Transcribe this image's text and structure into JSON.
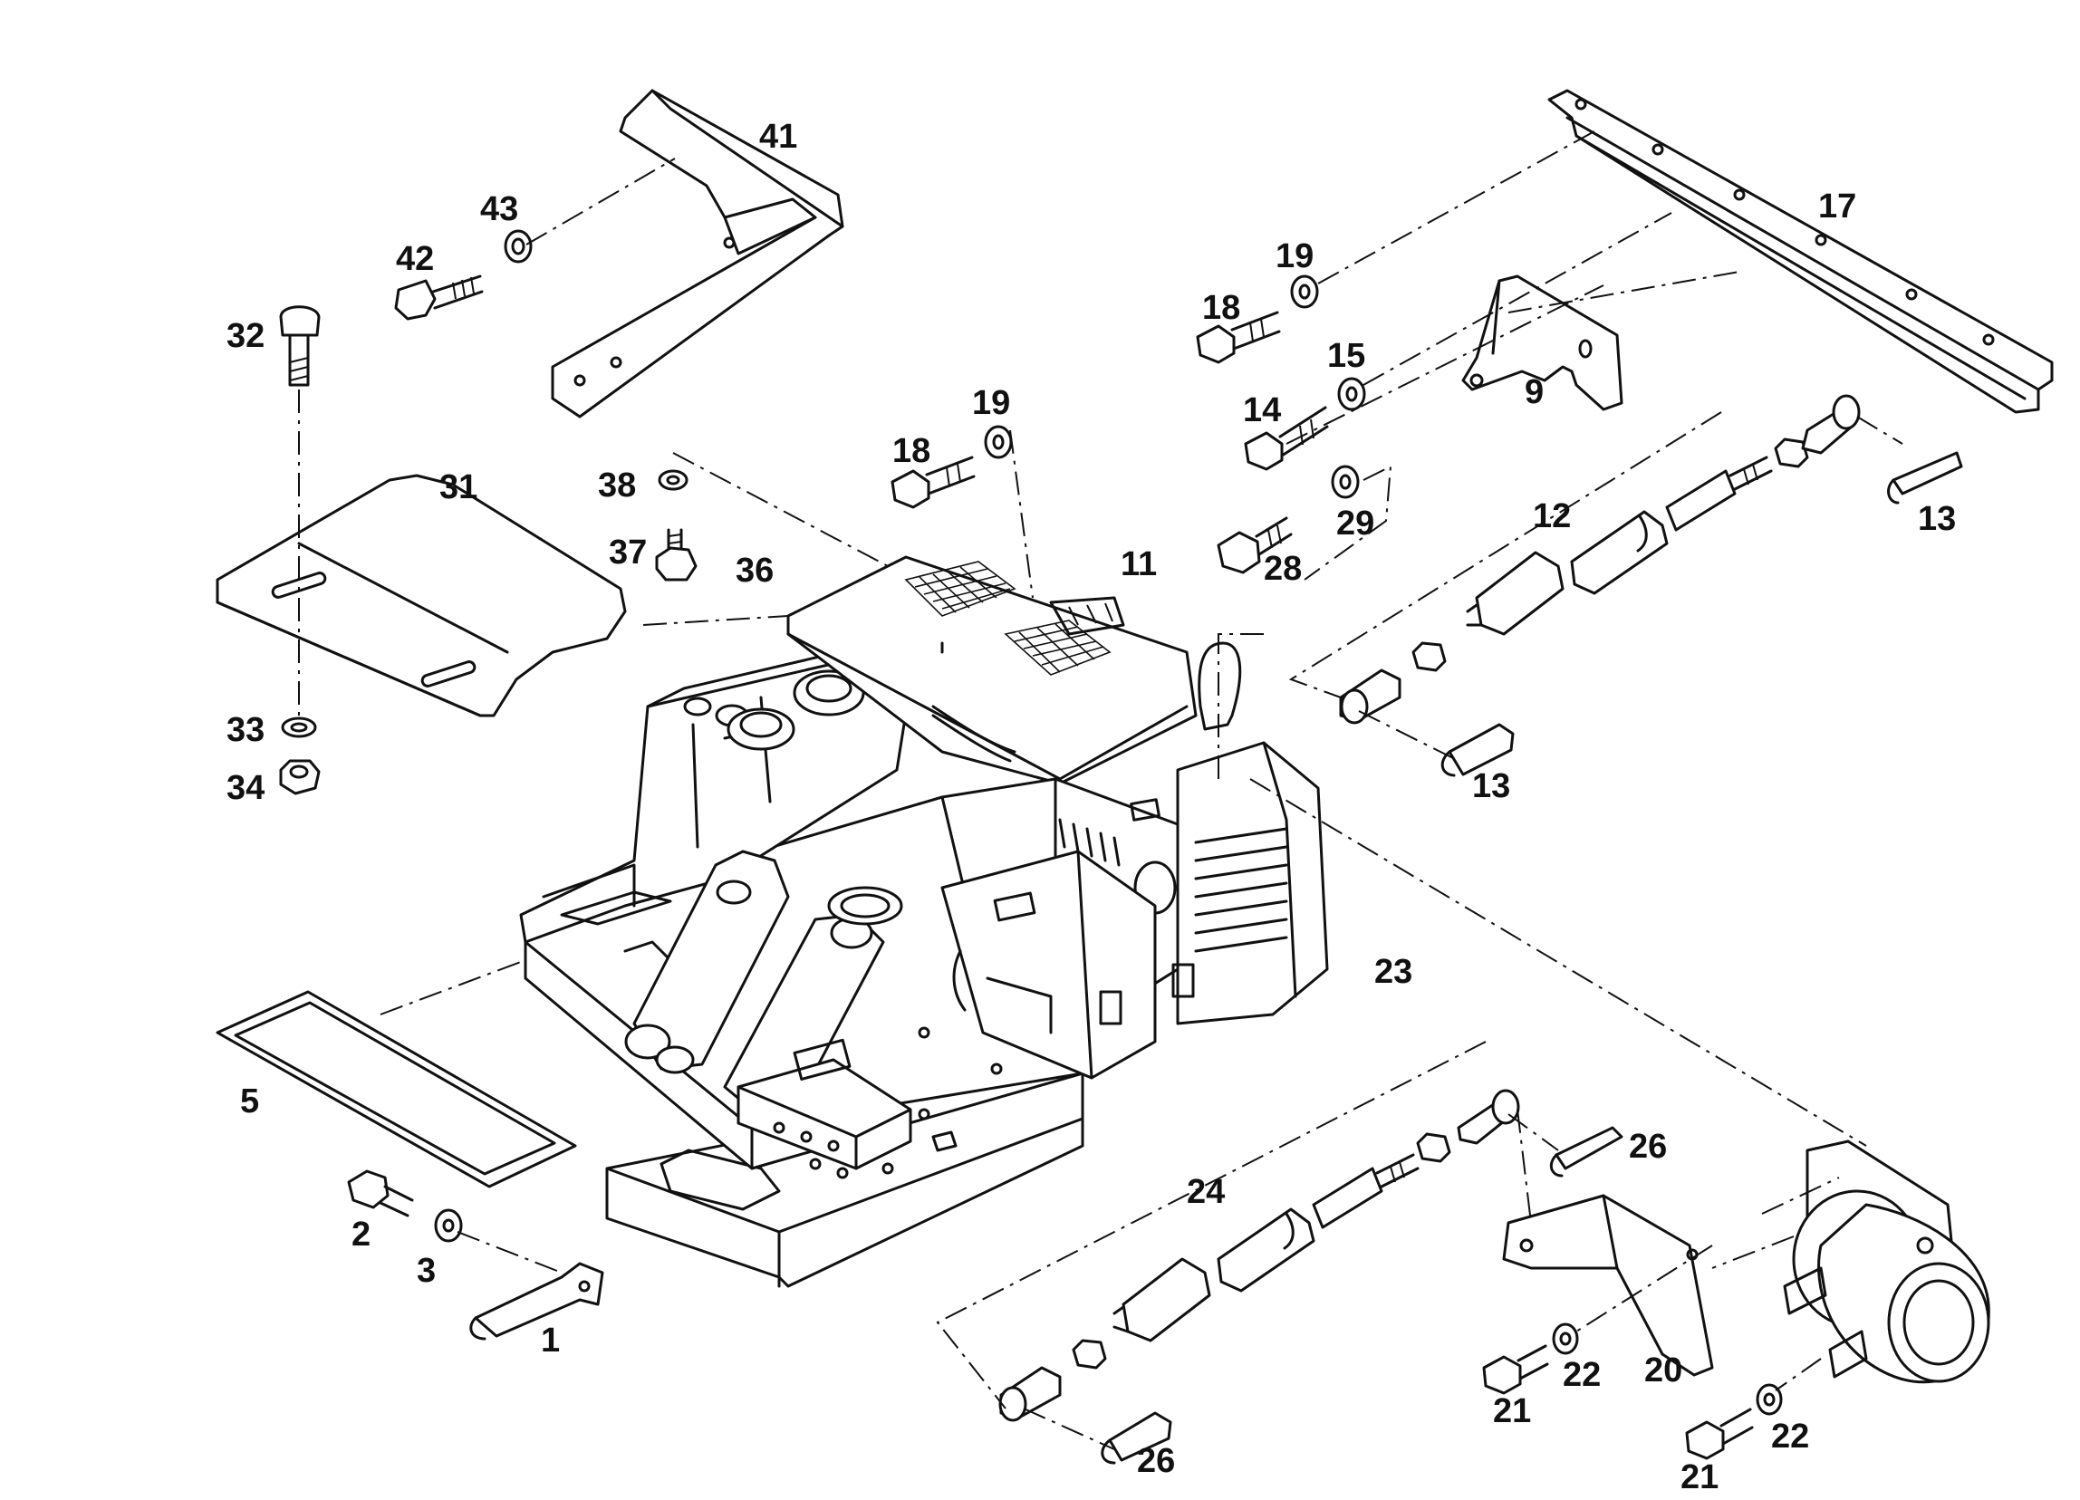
{
  "diagram": {
    "callouts": {
      "c1": "1",
      "c2": "2",
      "c3": "3",
      "c5": "5",
      "c9": "9",
      "c11": "11",
      "c12": "12",
      "c13a": "13",
      "c13b": "13",
      "c14": "14",
      "c15": "15",
      "c17": "17",
      "c18a": "18",
      "c18b": "18",
      "c19a": "19",
      "c19b": "19",
      "c20": "20",
      "c21a": "21",
      "c21b": "21",
      "c22a": "22",
      "c22b": "22",
      "c23": "23",
      "c24": "24",
      "c26a": "26",
      "c26b": "26",
      "c28": "28",
      "c29": "29",
      "c31": "31",
      "c32": "32",
      "c33": "33",
      "c34": "34",
      "c36": "36",
      "c37": "37",
      "c38": "38",
      "c41": "41",
      "c42": "42",
      "c43": "43"
    }
  }
}
